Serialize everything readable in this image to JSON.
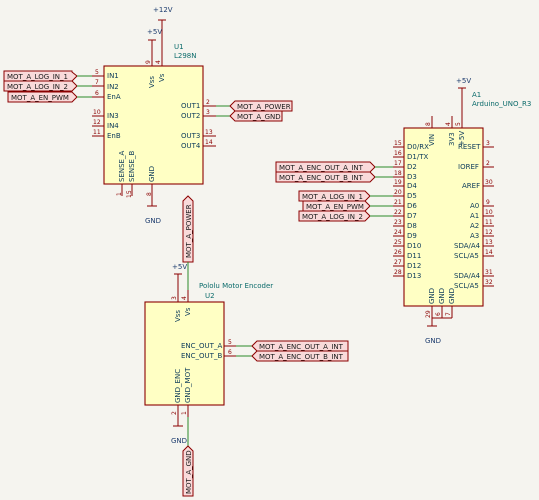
{
  "power_labels": {
    "v12": "+12V",
    "v5": "+5V",
    "gnd": "GND"
  },
  "u1": {
    "ref": "U1",
    "value": "L298N",
    "pins_left": [
      {
        "name": "IN1",
        "num": "5"
      },
      {
        "name": "IN2",
        "num": "7"
      },
      {
        "name": "EnA",
        "num": "6"
      },
      {
        "name": "IN3",
        "num": "10"
      },
      {
        "name": "IN4",
        "num": "12"
      },
      {
        "name": "EnB",
        "num": "11"
      }
    ],
    "pins_right": [
      {
        "name": "OUT1",
        "num": "2"
      },
      {
        "name": "OUT2",
        "num": "3"
      },
      {
        "name": "OUT3",
        "num": "13"
      },
      {
        "name": "OUT4",
        "num": "14"
      }
    ],
    "pins_top": [
      {
        "name": "Vss",
        "num": "9"
      },
      {
        "name": "Vs",
        "num": "4"
      }
    ],
    "pins_bottom": [
      {
        "name": "SENSE_A",
        "num": "1"
      },
      {
        "name": "SENSE_B",
        "num": "15"
      },
      {
        "name": "GND",
        "num": "8"
      }
    ]
  },
  "u1_labels": {
    "in1": "MOT_A_LOG_IN_1",
    "in2": "MOT_A_LOG_IN_2",
    "ena": "MOT_A_EN_PWM",
    "out1": "MOT_A_POWER",
    "out2": "MOT_A_GND"
  },
  "a1": {
    "ref": "A1",
    "value": "Arduino_UNO_R3",
    "pins_left": [
      {
        "name": "D0/RX",
        "num": "15"
      },
      {
        "name": "D1/TX",
        "num": "16"
      },
      {
        "name": "D2",
        "num": "17"
      },
      {
        "name": "D3",
        "num": "18"
      },
      {
        "name": "D4",
        "num": "19"
      },
      {
        "name": "D5",
        "num": "20"
      },
      {
        "name": "D6",
        "num": "21"
      },
      {
        "name": "D7",
        "num": "22"
      },
      {
        "name": "D8",
        "num": "23"
      },
      {
        "name": "D9",
        "num": "24"
      },
      {
        "name": "D10",
        "num": "25"
      },
      {
        "name": "D11",
        "num": "26"
      },
      {
        "name": "D12",
        "num": "27"
      },
      {
        "name": "D13",
        "num": "28"
      }
    ],
    "pins_right": [
      {
        "name": "RESET",
        "num": "3"
      },
      {
        "name": "IOREF",
        "num": "2"
      },
      {
        "name": "AREF",
        "num": "30"
      },
      {
        "name": "A0",
        "num": "9"
      },
      {
        "name": "A1",
        "num": "10"
      },
      {
        "name": "A2",
        "num": "11"
      },
      {
        "name": "A3",
        "num": "12"
      },
      {
        "name": "SDA/A4",
        "num": "13"
      },
      {
        "name": "SCL/A5",
        "num": "14"
      },
      {
        "name": "SDA/A4",
        "num": "31"
      },
      {
        "name": "SCL/A5",
        "num": "32"
      }
    ],
    "pins_top": [
      {
        "name": "VIN",
        "num": "8"
      },
      {
        "name": "3V3",
        "num": "4"
      },
      {
        "name": "+5V",
        "num": "5"
      }
    ],
    "pins_bottom": [
      {
        "name": "GND",
        "num": "29"
      },
      {
        "name": "GND",
        "num": "6"
      },
      {
        "name": "GND",
        "num": "7"
      }
    ]
  },
  "a1_labels": {
    "d2": "MOT_A_ENC_OUT_A_INT",
    "d3": "MOT_A_ENC_OUT_B_INT",
    "d5": "MOT_A_LOG_IN_1",
    "d6": "MOT_A_EN_PWM",
    "d7": "MOT_A_LOG_IN_2"
  },
  "u2": {
    "ref": "U2",
    "value": "Pololu Motor Encoder",
    "pins_right": [
      {
        "name": "ENC_OUT_A",
        "num": "5"
      },
      {
        "name": "ENC_OUT_B",
        "num": "6"
      }
    ],
    "pins_top": [
      {
        "name": "Vss",
        "num": "3"
      },
      {
        "name": "Vs",
        "num": "4"
      }
    ],
    "pins_bottom": [
      {
        "name": "GND_ENC",
        "num": "2"
      },
      {
        "name": "GND_MOT",
        "num": "1"
      }
    ]
  },
  "u2_labels": {
    "vs": "MOT_A_POWER",
    "enc_a": "MOT_A_ENC_OUT_A_INT",
    "enc_b": "MOT_A_ENC_OUT_B_INT",
    "gnd_mot": "MOT_A_GND"
  }
}
